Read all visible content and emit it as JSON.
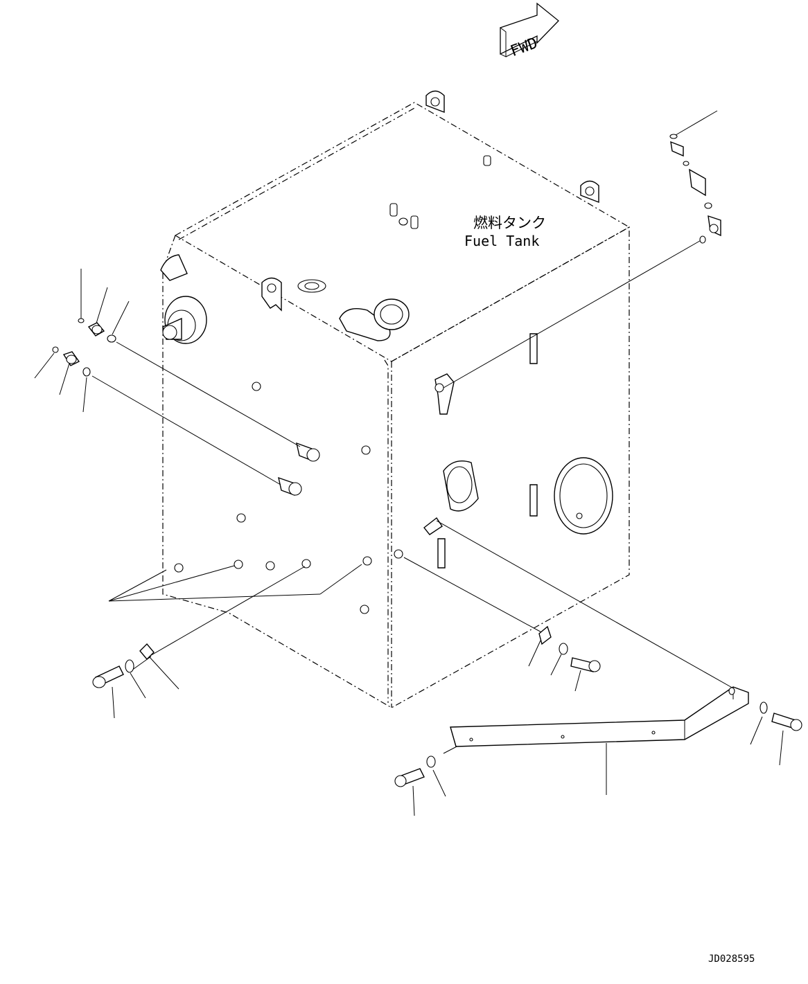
{
  "direction_arrow": {
    "label": "FWD"
  },
  "tank_label": {
    "japanese": "燃料タンク",
    "english": "Fuel Tank"
  },
  "drawing_id": "JD028595",
  "icons": [
    "fwd-arrow-icon",
    "fuel-tank",
    "bolt-icon",
    "washer-icon",
    "bracket-icon",
    "fitting-icon",
    "o-ring-icon"
  ]
}
